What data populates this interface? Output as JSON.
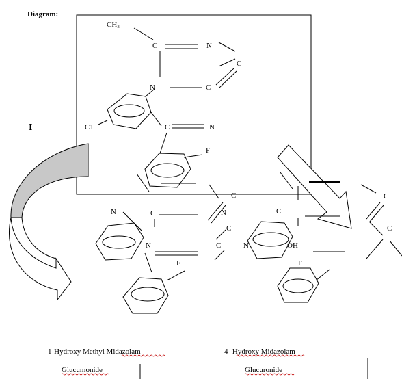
{
  "document": {
    "heading": "Diagram:",
    "side_marker": "I"
  },
  "structure_top": {
    "atoms": {
      "ch3": "CH₃",
      "c1": "C",
      "n_top": "N",
      "c_right": "C",
      "n_ring": "N",
      "c_mid": "C",
      "cl": "C1",
      "c_nitrile": "C",
      "n_nitrile": "N",
      "f": "F"
    }
  },
  "structure_left": {
    "atoms": {
      "n1": "N",
      "c1": "C",
      "c_top": "C",
      "n2": "N",
      "c2": "C",
      "n3": "N",
      "c3": "C",
      "f": "F"
    }
  },
  "structure_right": {
    "atoms": {
      "c1": "C",
      "n1": "N",
      "oh": "OH",
      "f": "F",
      "c_far1": "C",
      "c_far2": "C"
    }
  },
  "captions": {
    "left_line1": "1-Hydroxy Methyl Midazolam",
    "left_line2": "Glucumonide",
    "right_line1": "4- Hydroxy Midazolam",
    "right_line2": "Glucuronide"
  },
  "colors": {
    "arrow_fill": "#c8c8c8",
    "spellcheck_underline": "#c00000",
    "line": "#000000"
  }
}
